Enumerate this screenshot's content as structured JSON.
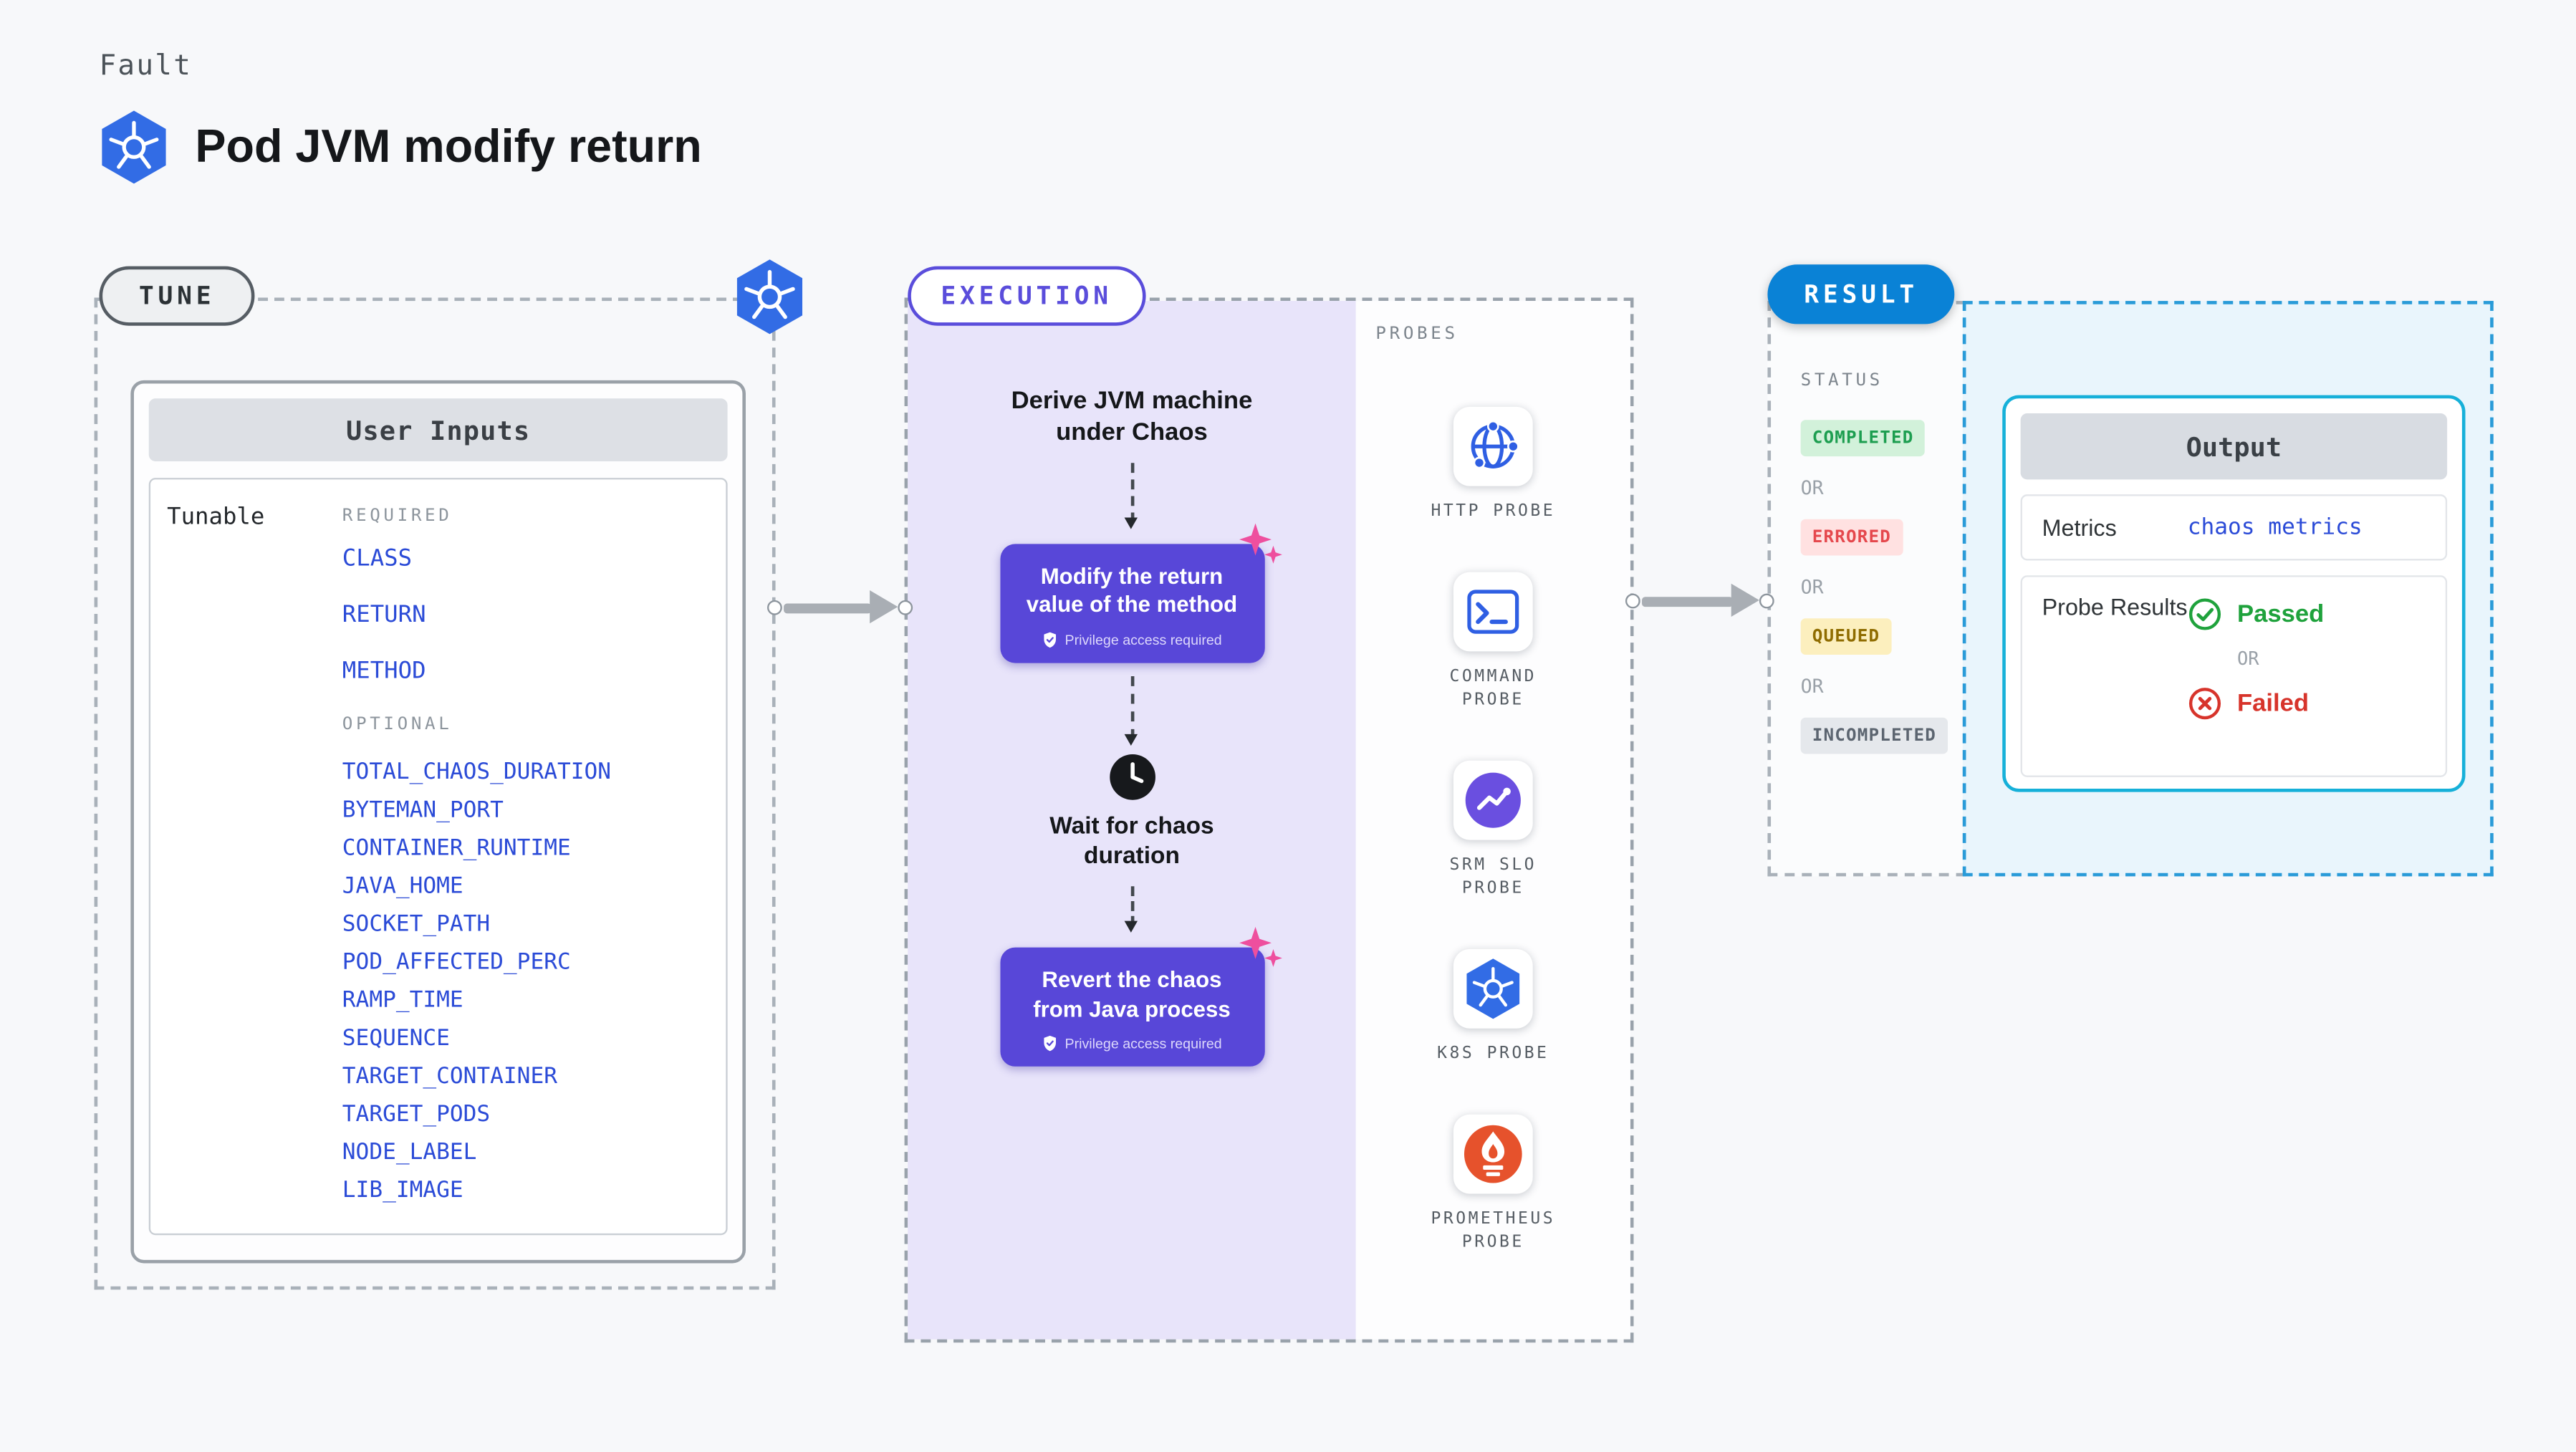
{
  "page": {
    "kicker": "Fault",
    "title": "Pod JVM modify return"
  },
  "colors": {
    "kubernetes_blue": "#326ce5",
    "execution_purple": "#5847d8",
    "execution_accent": "#5a4ddb",
    "result_blue": "#0a82d6",
    "link_blue": "#2b4bd7",
    "completed_green": "#1d9e50",
    "errored_red": "#e5484d",
    "queued_amber": "#8f6c00",
    "incompleted_gray": "#5c6570",
    "passed_green": "#1fa23c",
    "failed_red": "#d7342b",
    "output_border_cyan": "#16b0d9",
    "sparkle_pink": "#ee4f9e",
    "prometheus_orange": "#e6522c"
  },
  "tune": {
    "label": "TUNE",
    "card_title": "User Inputs",
    "tunable_label": "Tunable",
    "required_label": "REQUIRED",
    "required_items": [
      "CLASS",
      "RETURN",
      "METHOD"
    ],
    "optional_label": "OPTIONAL",
    "optional_items": [
      "TOTAL_CHAOS_DURATION",
      "BYTEMAN_PORT",
      "CONTAINER_RUNTIME",
      "JAVA_HOME",
      "SOCKET_PATH",
      "POD_AFFECTED_PERC",
      "RAMP_TIME",
      "SEQUENCE",
      "TARGET_CONTAINER",
      "TARGET_PODS",
      "NODE_LABEL",
      "LIB_IMAGE"
    ]
  },
  "execution": {
    "label": "EXECUTION",
    "steps": {
      "derive": "Derive JVM machine under Chaos",
      "modify": "Modify the return value of the method",
      "wait": "Wait for chaos duration",
      "revert": "Revert the chaos from Java process",
      "privilege_note": "Privilege access required"
    },
    "probes": {
      "label": "PROBES",
      "items": [
        {
          "name": "HTTP PROBE",
          "icon": "http-probe-icon"
        },
        {
          "name": "COMMAND PROBE",
          "icon": "command-probe-icon"
        },
        {
          "name": "SRM SLO PROBE",
          "icon": "srm-slo-probe-icon"
        },
        {
          "name": "K8S PROBE",
          "icon": "k8s-probe-icon"
        },
        {
          "name": "PROMETHEUS PROBE",
          "icon": "prometheus-probe-icon"
        }
      ]
    }
  },
  "result": {
    "label": "RESULT",
    "status": {
      "label": "STATUS",
      "or_label": "OR",
      "badges": [
        {
          "text": "COMPLETED",
          "kind": "completed"
        },
        {
          "text": "ERRORED",
          "kind": "errored"
        },
        {
          "text": "QUEUED",
          "kind": "queued"
        },
        {
          "text": "INCOMPLETED",
          "kind": "incompleted"
        }
      ]
    },
    "output": {
      "title": "Output",
      "metrics_label": "Metrics",
      "metrics_value": "chaos metrics",
      "probe_results_label": "Probe Results",
      "passed_label": "Passed",
      "or_label": "OR",
      "failed_label": "Failed"
    }
  }
}
